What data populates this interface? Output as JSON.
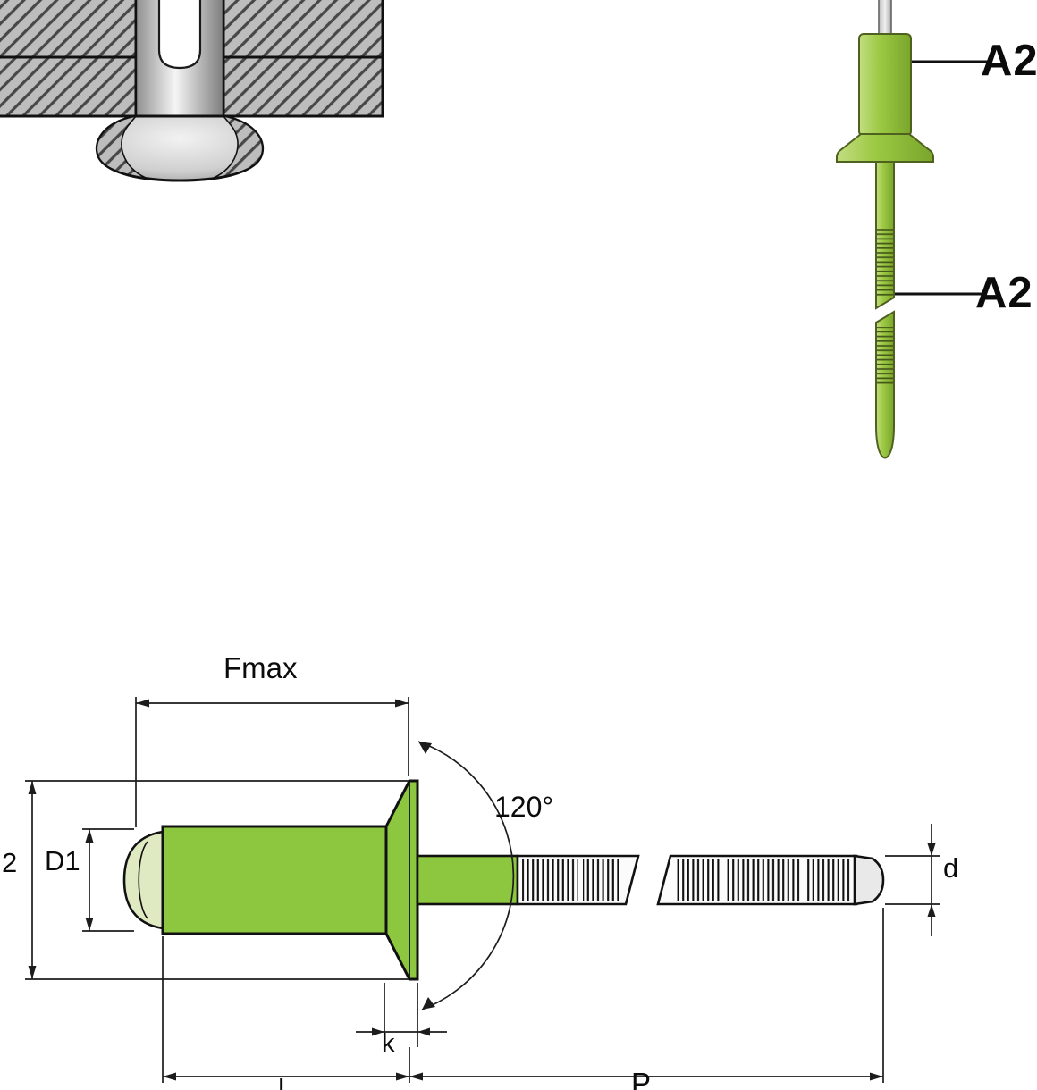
{
  "diagram": {
    "description": "Blind rivet with countersunk head: installed cross-section, product illustration and dimensioned technical drawing",
    "material_labels": {
      "top": "A2",
      "bottom": "A2"
    },
    "dimensions": {
      "grip": "Fmax",
      "body_diameter": "D1",
      "head_diameter_partial": "2",
      "head_angle": "120°",
      "head_height": "k",
      "mandrel_diameter": "d",
      "body_length_partial": "l",
      "mandrel_length_partial": "P"
    },
    "colors": {
      "rivet_green": "#8dc63f",
      "rivet_green_light": "#c3dd82",
      "rivet_green_dark": "#79a52c",
      "plate_gray": "#bdbdbd",
      "outline": "#111111",
      "background": "#ffffff"
    }
  }
}
